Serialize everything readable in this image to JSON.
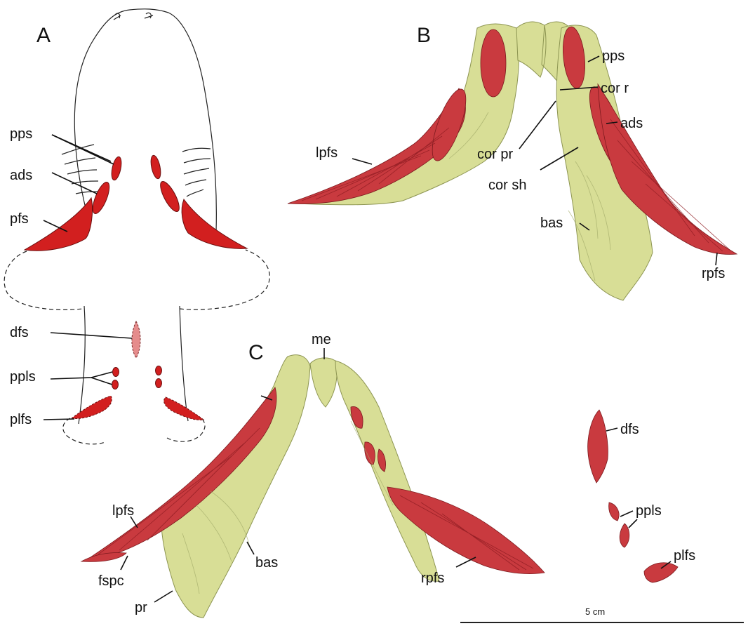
{
  "colors": {
    "fin_red": "#d21f1f",
    "dorsal_fin_pink": "#e58c8c",
    "bone_yellow": "#d8de96",
    "outline": "#222222"
  },
  "panels": {
    "A": {
      "letter": "A",
      "labels": {
        "pps": "pps",
        "ads": "ads",
        "pfs": "pfs",
        "dfs": "dfs",
        "ppls": "ppls",
        "plfs": "plfs"
      }
    },
    "B": {
      "letter": "B",
      "labels": {
        "pps": "pps",
        "cor_r": "cor r",
        "ads": "ads",
        "lpfs": "lpfs",
        "cor_pr": "cor pr",
        "cor_sh": "cor sh",
        "bas": "bas",
        "rpfs": "rpfs"
      }
    },
    "C": {
      "letter": "C",
      "labels": {
        "me": "me",
        "dfs": "dfs",
        "ppls": "ppls",
        "plfs": "plfs",
        "lpfs": "lpfs",
        "bas": "bas",
        "rpfs": "rpfs",
        "fspc": "fspc",
        "pr": "pr"
      }
    }
  },
  "scale_bar": {
    "label": "5 cm"
  }
}
